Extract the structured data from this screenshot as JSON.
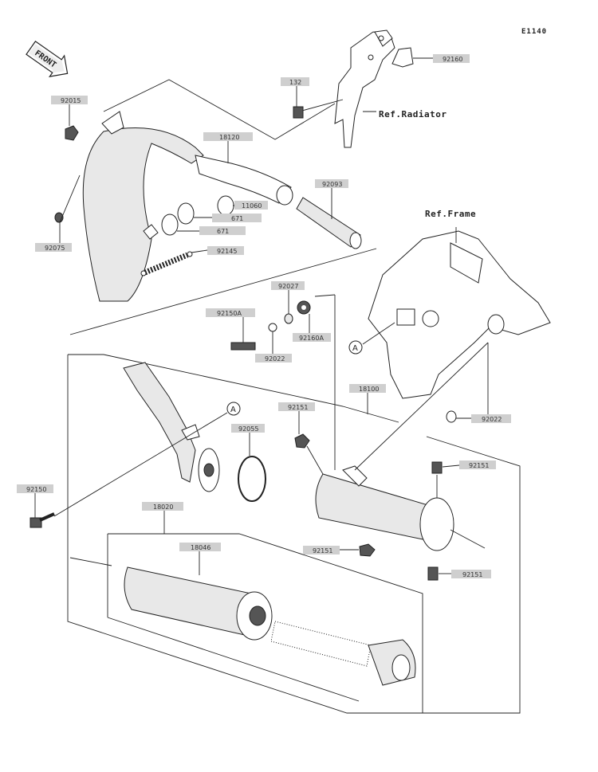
{
  "diagram_code": "E1140",
  "front_indicator": "FRONT",
  "references": {
    "radiator": "Ref.Radiator",
    "frame": "Ref.Frame"
  },
  "callout_letter": "A",
  "part_labels": {
    "p92160": "92160",
    "p132": "132",
    "p92015": "92015",
    "p18120": "18120",
    "p11060": "11060",
    "p671a": "671",
    "p671b": "671",
    "p92075": "92075",
    "p92145": "92145",
    "p92093": "92093",
    "p92027": "92027",
    "p92150A": "92150A",
    "p92160A": "92160A",
    "p92022a": "92022",
    "p18100": "18100",
    "p92151a": "92151",
    "p92022b": "92022",
    "p92055": "92055",
    "p92150": "92150",
    "p92151b": "92151",
    "p18020": "18020",
    "p18046": "18046",
    "p92151c": "92151",
    "p92151d": "92151"
  }
}
